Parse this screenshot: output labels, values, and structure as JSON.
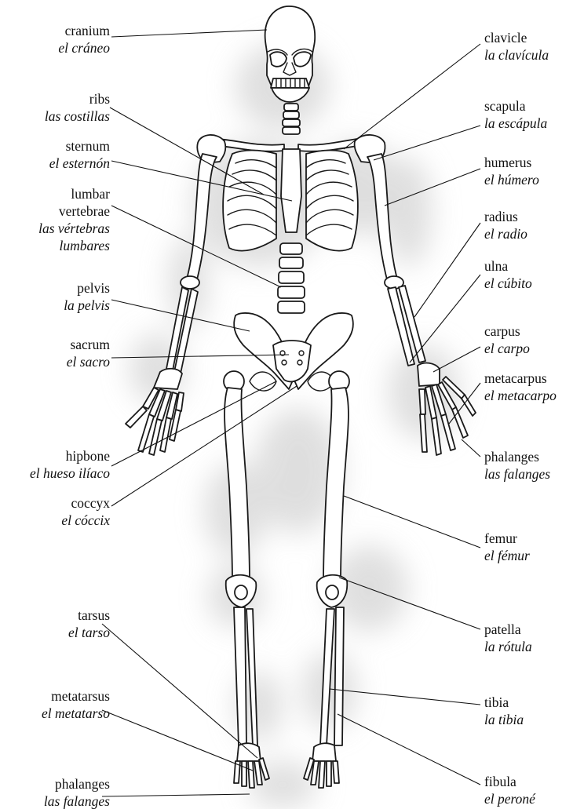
{
  "labels": {
    "cranium": {
      "en": "cranium",
      "es": "el cráneo"
    },
    "ribs": {
      "en": "ribs",
      "es": "las costillas"
    },
    "sternum": {
      "en": "sternum",
      "es": "el esternón"
    },
    "lumbar": {
      "en1": "lumbar",
      "en2": "vertebrae",
      "es1": "las vértebras",
      "es2": "lumbares"
    },
    "pelvis": {
      "en": "pelvis",
      "es": "la pelvis"
    },
    "sacrum": {
      "en": "sacrum",
      "es": "el sacro"
    },
    "hipbone": {
      "en": "hipbone",
      "es": "el hueso ilíaco"
    },
    "coccyx": {
      "en": "coccyx",
      "es": "el cóccix"
    },
    "tarsus": {
      "en": "tarsus",
      "es": "el tarso"
    },
    "metatarsus": {
      "en": "metatarsus",
      "es": "el metatarso"
    },
    "phalanges_foot": {
      "en": "phalanges",
      "es": "las falanges"
    },
    "clavicle": {
      "en": "clavicle",
      "es": "la clavícula"
    },
    "scapula": {
      "en": "scapula",
      "es": "la escápula"
    },
    "humerus": {
      "en": "humerus",
      "es": "el húmero"
    },
    "radius": {
      "en": "radius",
      "es": "el radio"
    },
    "ulna": {
      "en": "ulna",
      "es": "el cúbito"
    },
    "carpus": {
      "en": "carpus",
      "es": "el carpo"
    },
    "metacarpus": {
      "en": "metacarpus",
      "es": "el metacarpo"
    },
    "phalanges_hand": {
      "en": "phalanges",
      "es": "las falanges"
    },
    "femur": {
      "en": "femur",
      "es": "el fémur"
    },
    "patella": {
      "en": "patella",
      "es": "la rótula"
    },
    "tibia": {
      "en": "tibia",
      "es": "la tibia"
    },
    "fibula": {
      "en": "fibula",
      "es": "el peroné"
    }
  }
}
